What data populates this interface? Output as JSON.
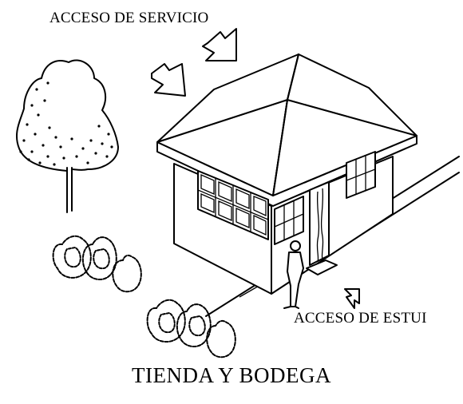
{
  "labels": {
    "service_access": "ACCESO DE SERVICIO",
    "student_access": "ACCESO DE ESTUI",
    "title": "TIENDA Y BODEGA"
  },
  "colors": {
    "ink": "#000000",
    "paper": "#ffffff"
  },
  "icons": [
    "arrow-icon",
    "tree-icon",
    "shrub-icon",
    "person-icon",
    "house-icon"
  ]
}
